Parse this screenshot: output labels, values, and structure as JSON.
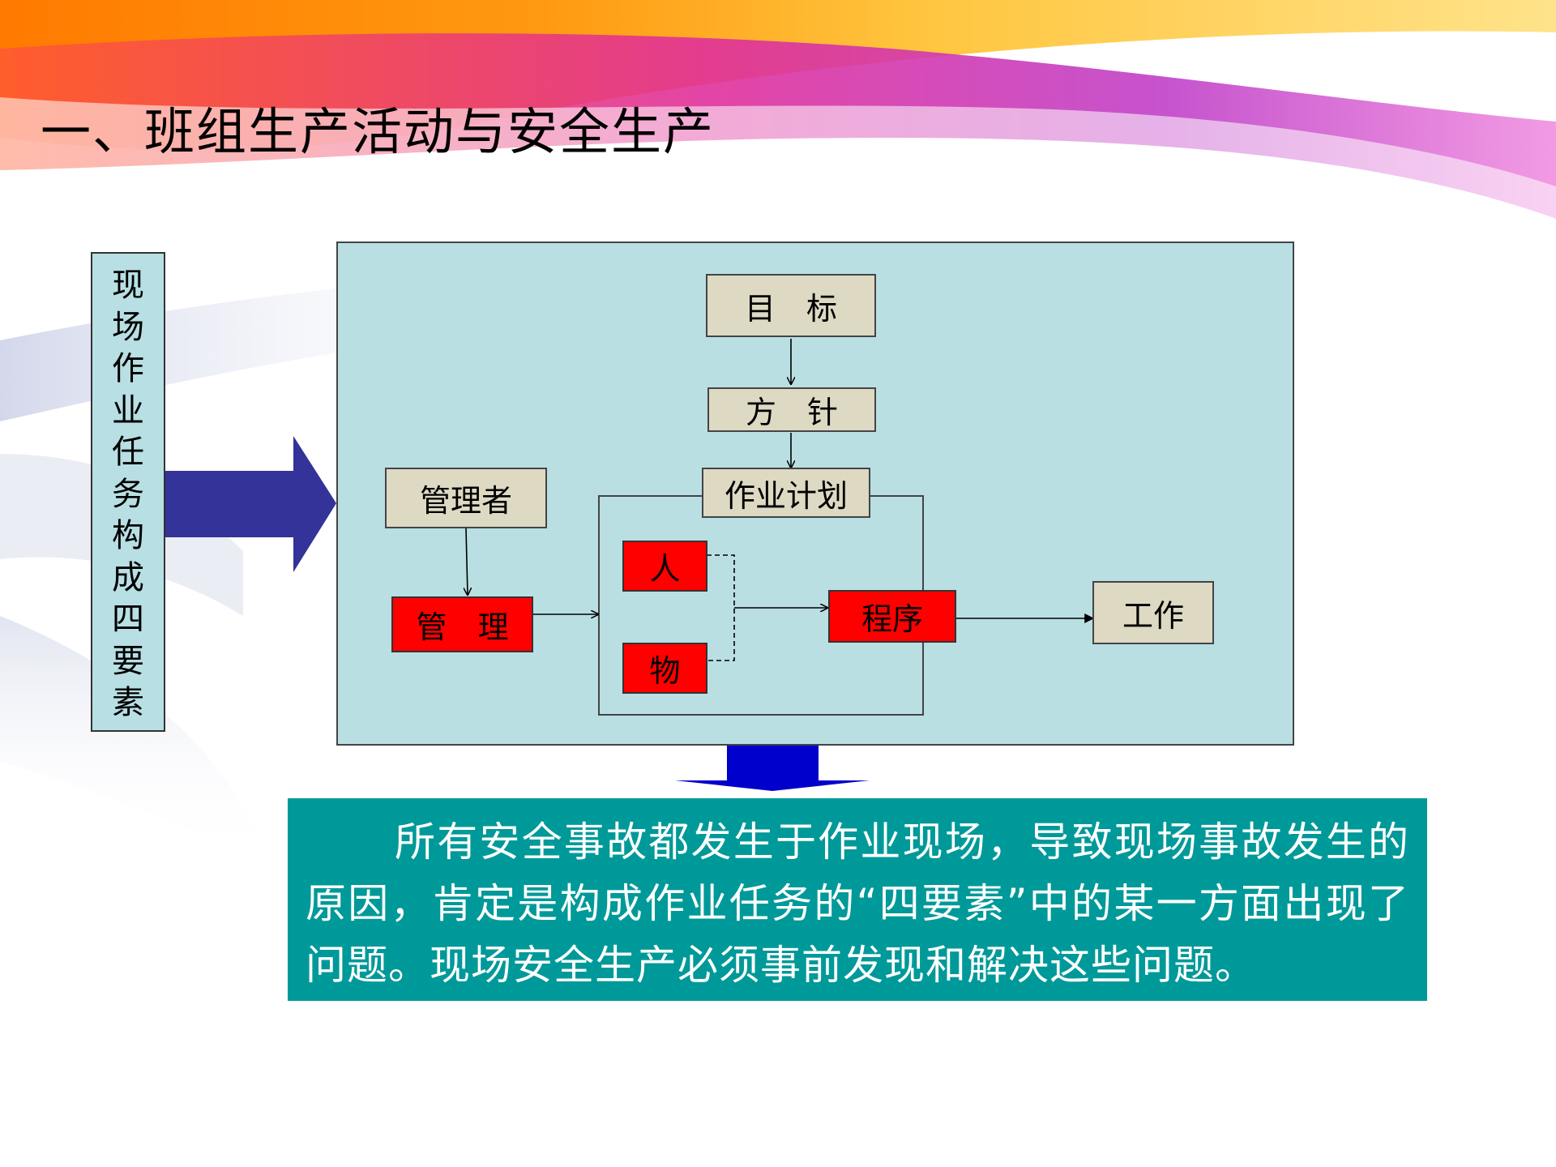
{
  "slide": {
    "title": "一、班组生产活动与安全生产"
  },
  "sidebar": {
    "label": "现场作业任务构成四要素",
    "chars": [
      "现",
      "场",
      "作",
      "业",
      "任",
      "务",
      "构",
      "成",
      "四",
      "要",
      "素"
    ]
  },
  "diagram": {
    "target": "目　标",
    "policy": "方　针",
    "plan": "作业计划",
    "manager": "管理者",
    "management": "管　理",
    "people": "人",
    "materials": "物",
    "procedure": "程序",
    "work": "工作"
  },
  "note": {
    "text": "所有安全事故都发生于作业现场，导致现场事故发生的原因，肯定是构成作业任务的“四要素”中的某一方面出现了问题。现场安全生产必须事前发现和解决这些问题。"
  },
  "colors": {
    "panel": "#b9dfe3",
    "beige_box": "#ddd9c3",
    "red_box": "#ff0000",
    "big_arrow": "#333399",
    "down_arrow": "#0000cc",
    "note_bg": "#009999"
  }
}
